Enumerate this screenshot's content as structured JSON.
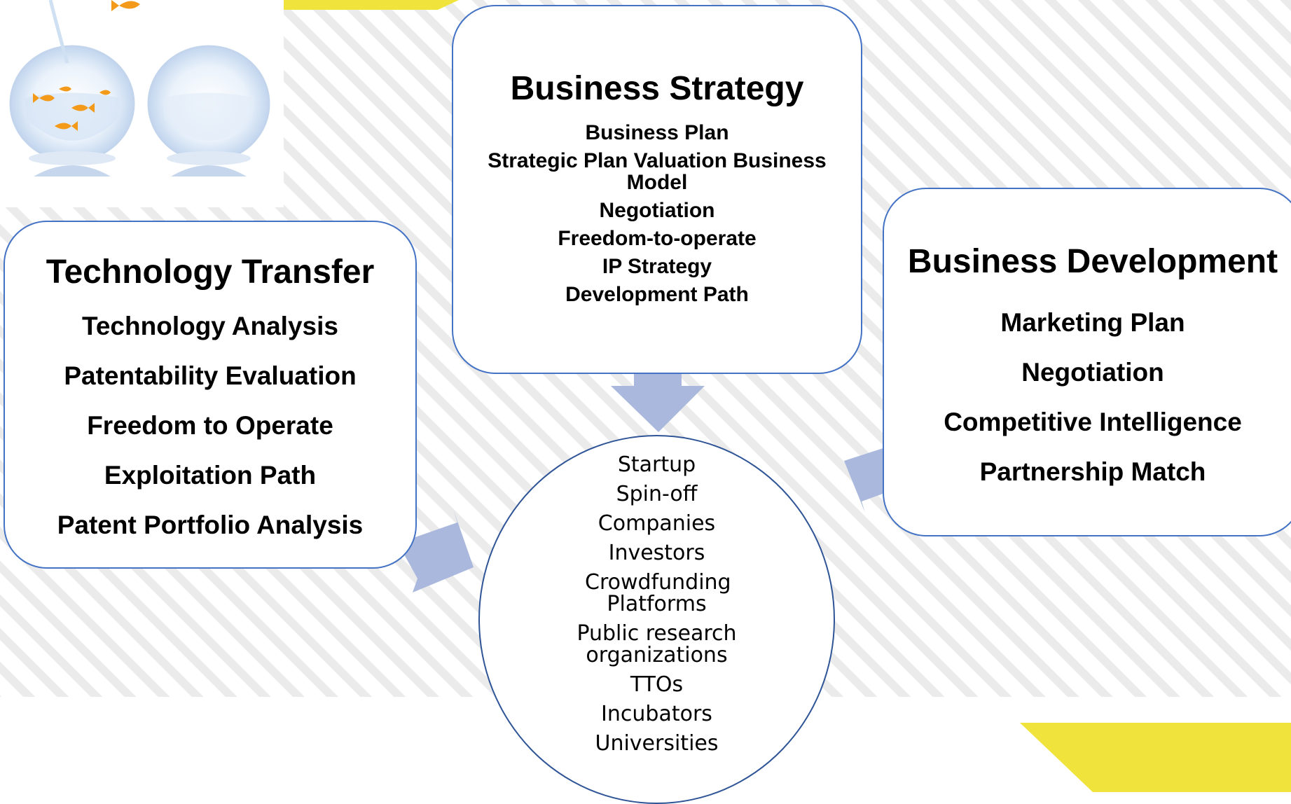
{
  "colors": {
    "box_border": "#4472c4",
    "circle_border": "#2f5597",
    "arrow_fill": "#a9b8dc",
    "accent_yellow": "#f0e43c",
    "stripe": "#ebebeb"
  },
  "business_strategy": {
    "title": "Business Strategy",
    "items": [
      "Business Plan",
      "Strategic Plan Valuation Business Model",
      "Negotiation",
      "Freedom-to-operate",
      "IP Strategy",
      "Development Path"
    ]
  },
  "technology_transfer": {
    "title": "Technology Transfer",
    "items": [
      "Technology Analysis",
      "Patentability Evaluation",
      "Freedom to Operate",
      "Exploitation Path",
      "Patent Portfolio Analysis"
    ]
  },
  "business_development": {
    "title": "Business Development",
    "items": [
      "Marketing Plan",
      "Negotiation",
      "Competitive Intelligence",
      "Partnership Match"
    ]
  },
  "stakeholders": {
    "items": [
      "Startup",
      "Spin-off",
      "Companies",
      "Investors",
      "Crowdfunding Platforms",
      "Public research organizations",
      "TTOs",
      "Incubators",
      "Universities"
    ]
  },
  "icons": [
    "fishbowl-illustration",
    "arrow-down-icon",
    "arrow-right-icon",
    "arrow-left-icon"
  ]
}
